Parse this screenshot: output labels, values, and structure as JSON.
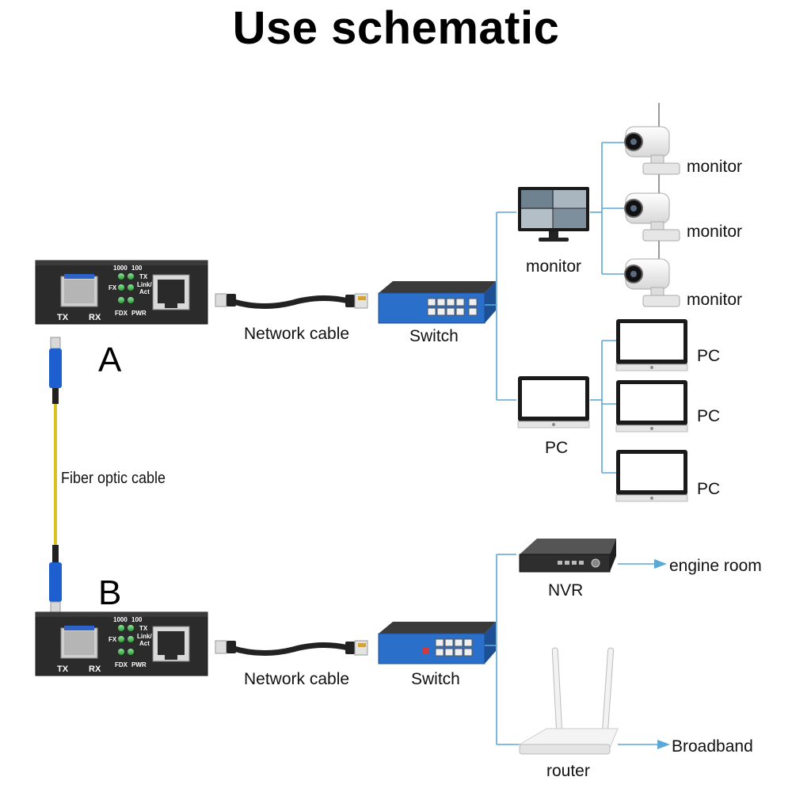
{
  "title": "Use schematic",
  "converter_a": {
    "label": "A",
    "port_tx": "TX",
    "port_rx": "RX",
    "led_1000": "1000",
    "led_100": "100",
    "led_tx": "TX",
    "led_fx": "FX",
    "led_link": "Link/",
    "led_act": "Act",
    "led_fdx": "FDX",
    "led_pwr": "PWR"
  },
  "converter_b": {
    "label": "B",
    "port_tx": "TX",
    "port_rx": "RX",
    "led_1000": "1000",
    "led_100": "100",
    "led_tx": "TX",
    "led_fx": "FX",
    "led_link": "Link/",
    "led_act": "Act",
    "led_fdx": "FDX",
    "led_pwr": "PWR"
  },
  "fiber_label": "Fiber optic cable",
  "top_row": {
    "cable_label": "Network cable",
    "switch_label": "Switch",
    "monitor_label": "monitor",
    "camera_labels": [
      "monitor",
      "monitor",
      "monitor"
    ],
    "pc_label": "PC",
    "pc_labels": [
      "PC",
      "PC",
      "PC"
    ]
  },
  "bottom_row": {
    "cable_label": "Network cable",
    "switch_label": "Switch",
    "nvr_label": "NVR",
    "engine_room_label": "engine room",
    "router_label": "router",
    "broadband_label": "Broadband"
  },
  "colors": {
    "line": "#5ba7d6",
    "device_body": "#2b2b2b",
    "switch_blue": "#2a6fc9",
    "led_green": "#39c24a",
    "fiber_yellow": "#d9c21e",
    "fiber_connector": "#1e5fd0"
  }
}
